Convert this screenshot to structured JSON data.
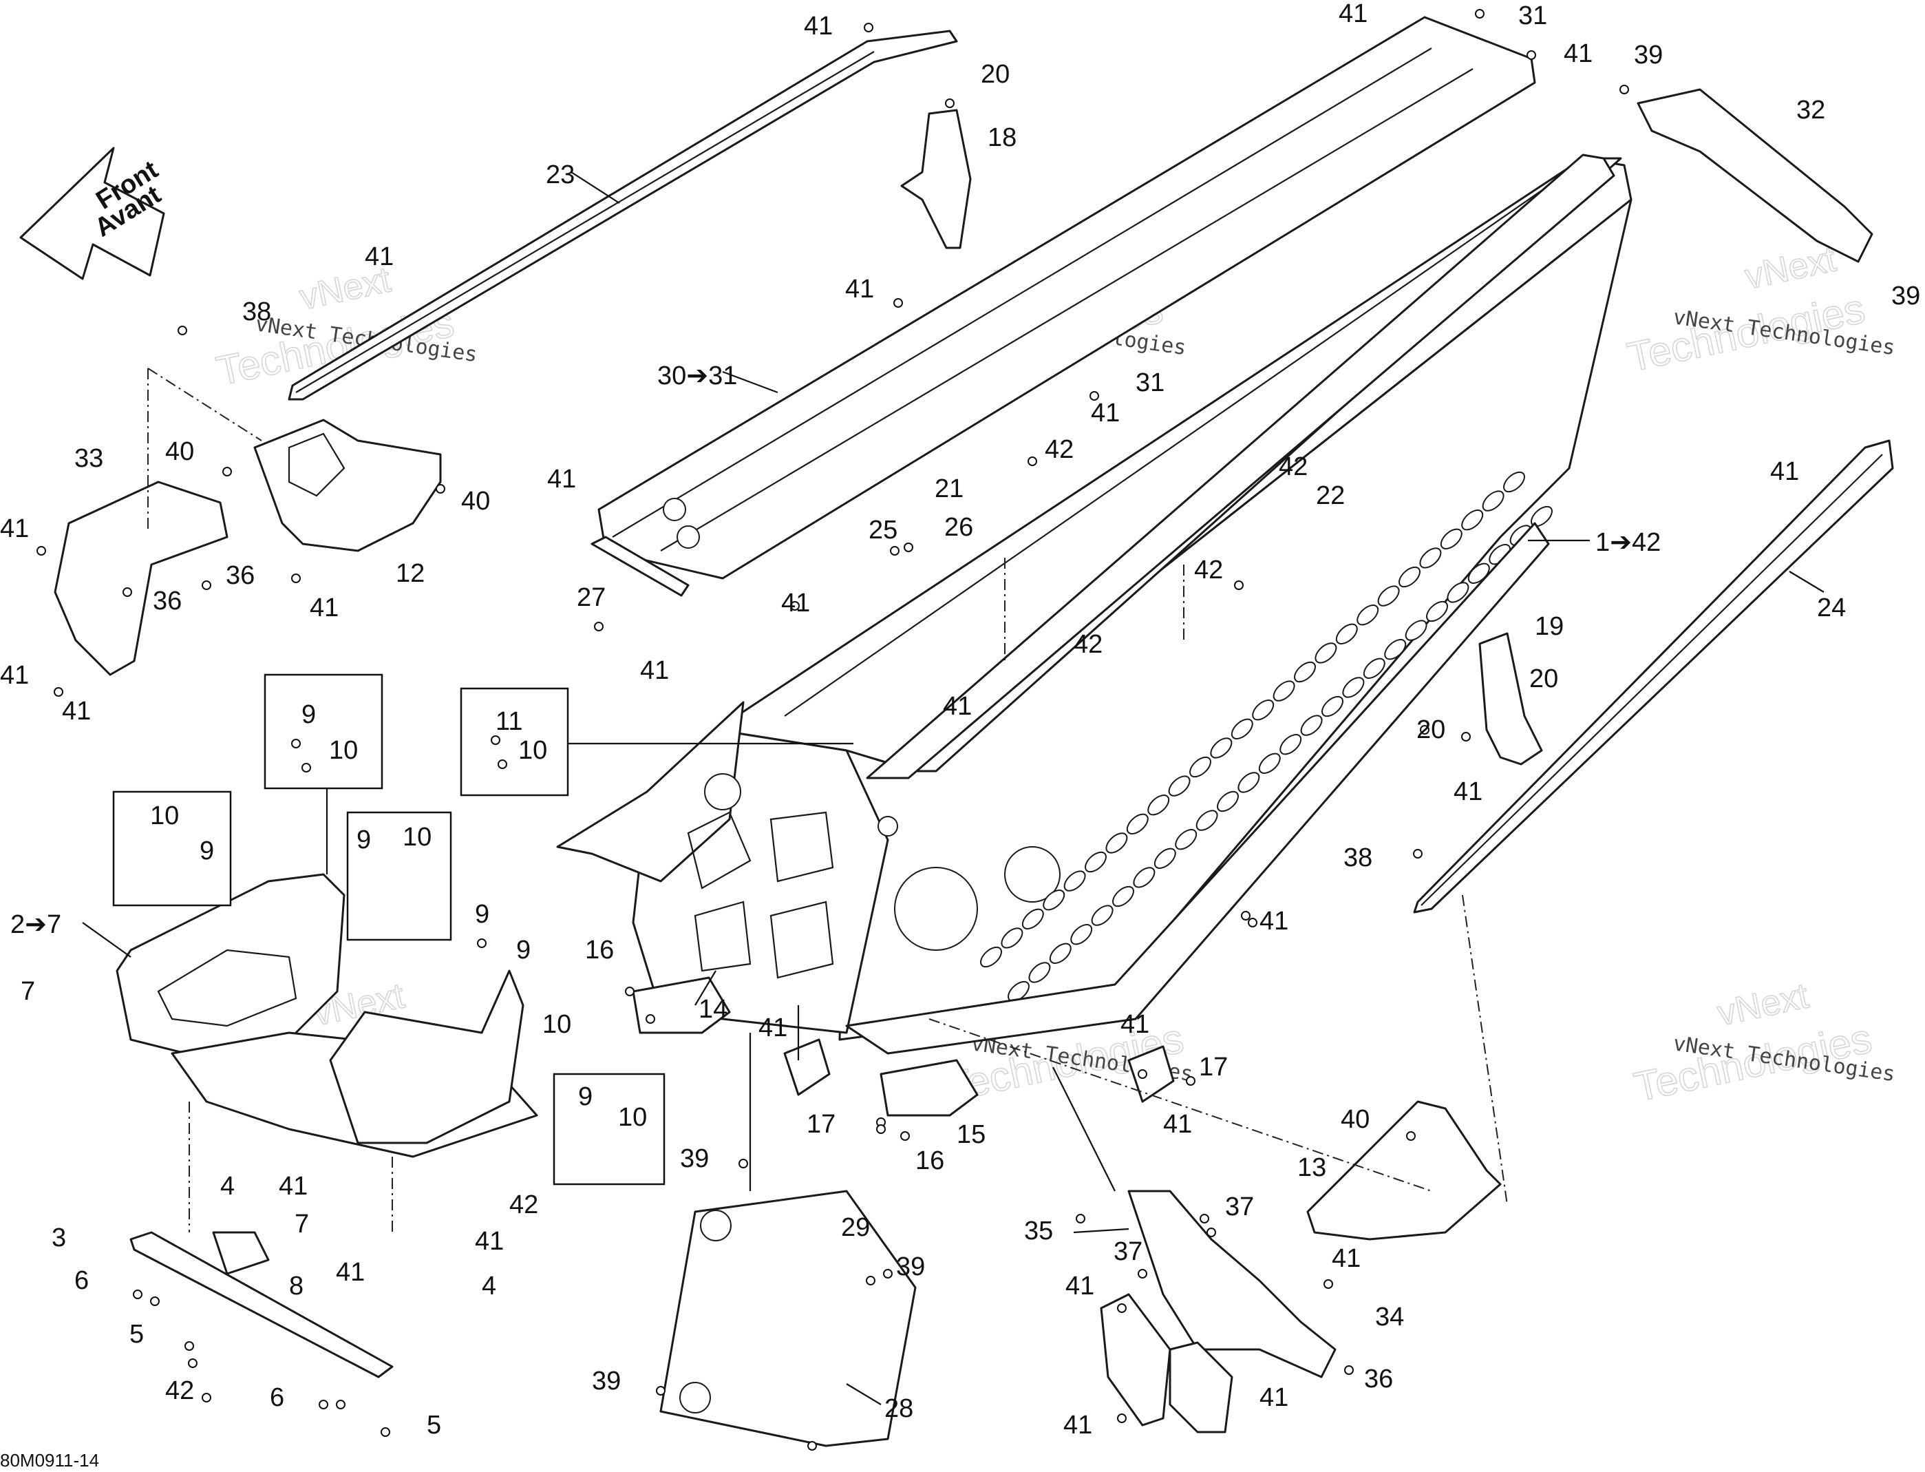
{
  "front_arrow": {
    "line1": "Front",
    "line2": "Avant"
  },
  "watermark": {
    "line1": "vNext",
    "line2": "Technologies",
    "small": "vNext Technologies"
  },
  "reference_code": "80M0911-14",
  "callouts": {
    "c41_a": "41",
    "c31_a": "31",
    "c41_b": "41",
    "c41_c": "41",
    "c20_a": "20",
    "c39_a": "39",
    "c18": "18",
    "c32": "32",
    "c23": "23",
    "c39_b": "39",
    "c41_d": "41",
    "c41_e": "41",
    "c38_a": "38",
    "c30_31": "30➔31",
    "c31_b": "31",
    "c41_f": "41",
    "c33": "33",
    "c40_a": "40",
    "c40_b": "40",
    "c42_a": "42",
    "c41_g": "41",
    "c41_h": "41",
    "c21": "21",
    "c42_b": "42",
    "c22": "22",
    "c41_i": "41",
    "c36_a": "36",
    "c12": "12",
    "c25": "25",
    "c26": "26",
    "c1_42": "1➔42",
    "c24": "24",
    "c36_b": "36",
    "c41_j": "41",
    "c42_c": "42",
    "c27": "27",
    "c41_k": "41",
    "c41_l": "41",
    "c19": "19",
    "c41_m": "41",
    "c42_d": "42",
    "c41_n": "41",
    "c20_b": "20",
    "c20_c": "20",
    "c9_a": "9",
    "c10_a": "10",
    "c11": "11",
    "c10_b": "10",
    "c41_o": "41",
    "c10_c": "10",
    "c9_b": "9",
    "c9_c": "9",
    "c10_d": "10",
    "c41_p": "41",
    "c38_b": "38",
    "c2_7": "2➔7",
    "c41_q": "41",
    "c9_d": "9",
    "c9_e": "9",
    "c16_a": "16",
    "c7_a": "7",
    "c14": "14",
    "c10_e": "10",
    "c41_r": "41",
    "c41_s": "41",
    "c17_a": "17",
    "c17_b": "17",
    "c9_f": "9",
    "c10_f": "10",
    "c41_t": "41",
    "c15": "15",
    "c16_b": "16",
    "c40_c": "40",
    "c13": "13",
    "c4_a": "4",
    "c41_u": "41",
    "c42_e": "42",
    "c39_c": "39",
    "c7_b": "7",
    "c41_v": "41",
    "c3": "3",
    "c29": "29",
    "c37_a": "37",
    "c35": "35",
    "c41_w": "41",
    "c41_x": "41",
    "c6_a": "6",
    "c8": "8",
    "c39_d": "39",
    "c37_b": "37",
    "c41_y": "41",
    "c4_b": "4",
    "c5_a": "5",
    "c34": "34",
    "c42_f": "42",
    "c6_b": "6",
    "c39_e": "39",
    "c28": "28",
    "c41_z": "41",
    "c36_c": "36",
    "c5_b": "5",
    "c41_zz": "41"
  }
}
